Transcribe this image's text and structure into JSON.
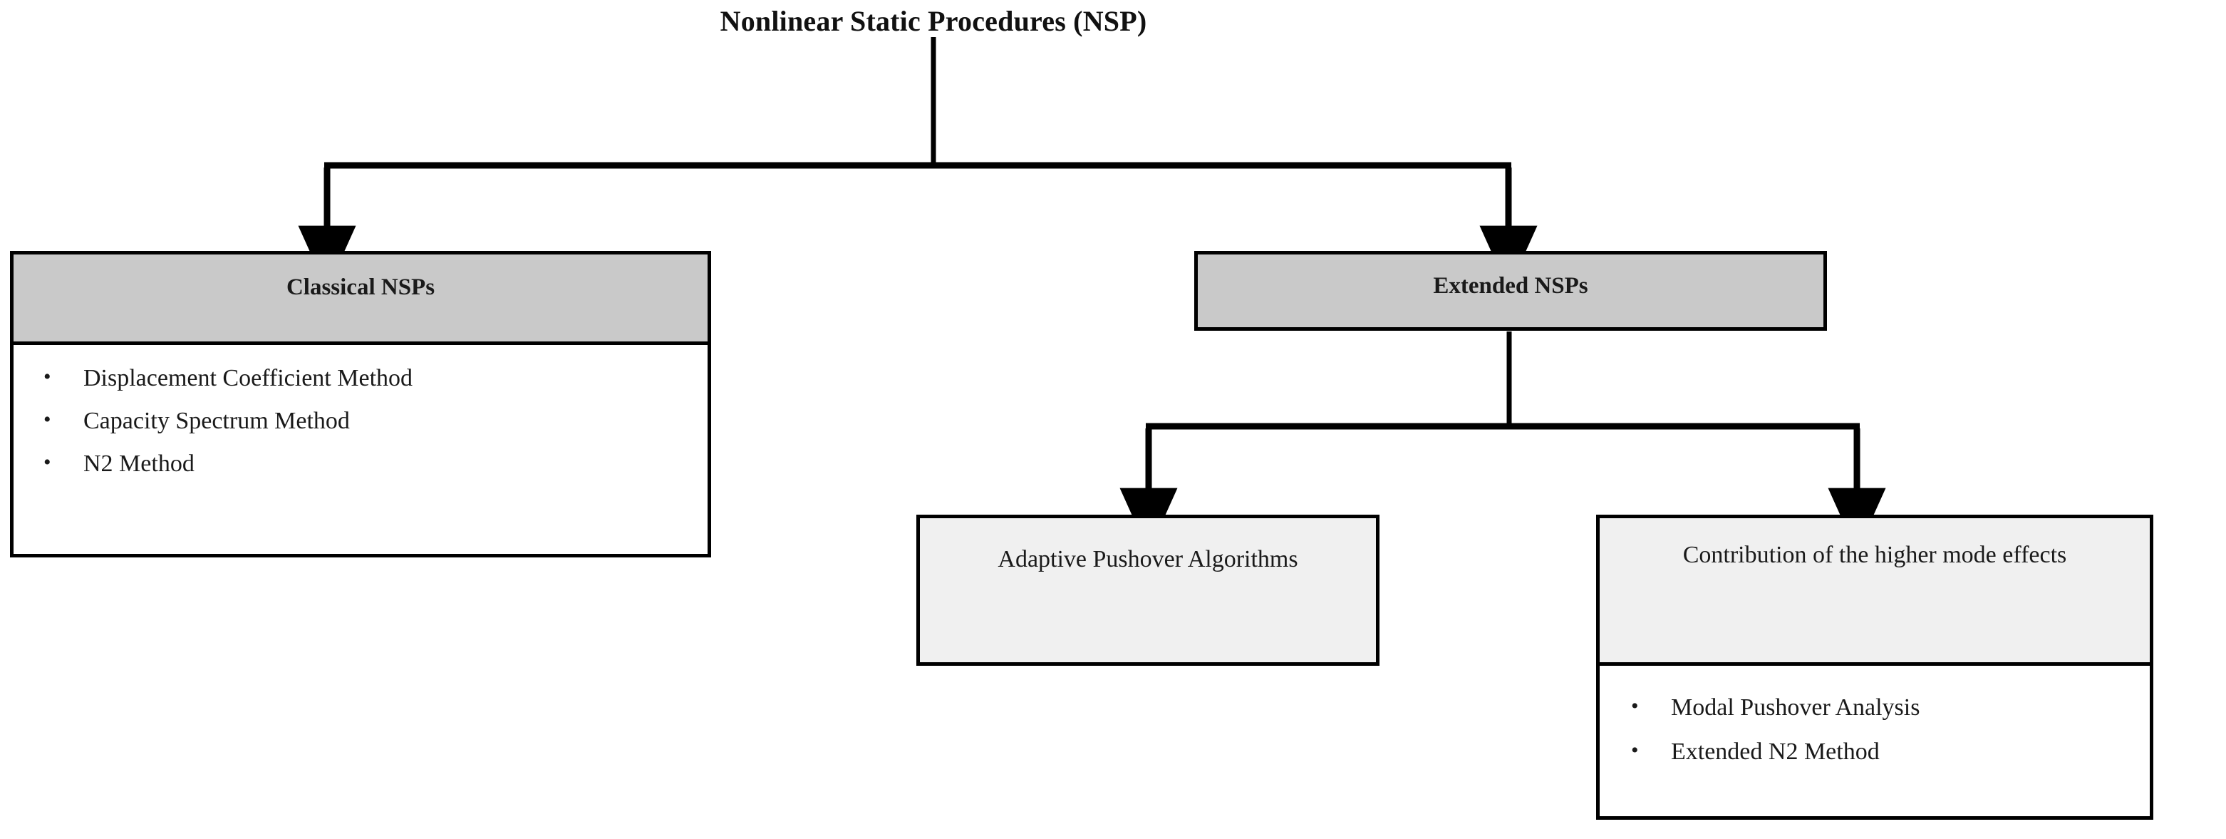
{
  "diagram": {
    "root": {
      "label": "Nonlinear Static Procedures (NSP)"
    },
    "nodes": {
      "classical": {
        "header": "Classical NSPs",
        "header_fill": "#c9c9c9",
        "items": [
          "Displacement Coefficient Method",
          "Capacity Spectrum Method",
          "N2 Method"
        ]
      },
      "extended": {
        "header": "Extended NSPs",
        "header_fill": "#c9c9c9"
      },
      "adaptive": {
        "header": "Adaptive Pushover Algorithms",
        "header_fill": "#f0f0f0"
      },
      "higher_mode": {
        "header": "Contribution of the higher mode effects",
        "header_fill": "#f0f0f0",
        "items": [
          "Modal Pushover Analysis",
          "Extended N2 Method"
        ]
      }
    },
    "bullet_glyph": "•",
    "edge_color": "#000000",
    "background": "#ffffff",
    "connectors": [
      {
        "name": "root-to-classical",
        "from": "root",
        "to": "classical"
      },
      {
        "name": "root-to-extended",
        "from": "root",
        "to": "extended"
      },
      {
        "name": "extended-to-adaptive",
        "from": "extended",
        "to": "adaptive"
      },
      {
        "name": "extended-to-higher-mode",
        "from": "extended",
        "to": "higher_mode"
      }
    ]
  }
}
